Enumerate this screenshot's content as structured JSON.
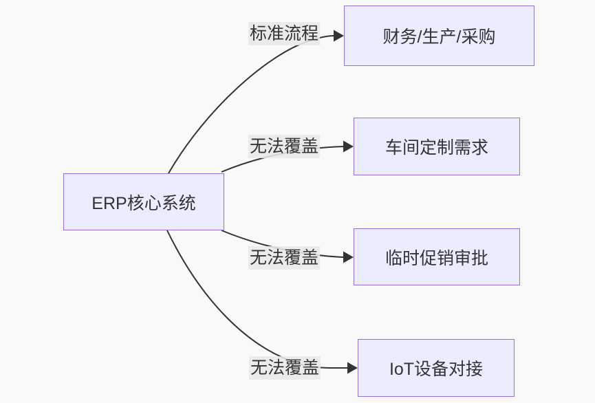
{
  "diagram": {
    "type": "flowchart-LR",
    "root": {
      "id": "erp",
      "label": "ERP核心系统"
    },
    "nodes": [
      {
        "id": "finance",
        "label": "财务/生产/采购"
      },
      {
        "id": "workshop",
        "label": "车间定制需求"
      },
      {
        "id": "promo",
        "label": "临时促销审批"
      },
      {
        "id": "iot",
        "label": "IoT设备对接"
      }
    ],
    "edges": [
      {
        "from": "erp",
        "to": "finance",
        "label": "标准流程"
      },
      {
        "from": "erp",
        "to": "workshop",
        "label": "无法覆盖"
      },
      {
        "from": "erp",
        "to": "promo",
        "label": "无法覆盖"
      },
      {
        "from": "erp",
        "to": "iot",
        "label": "无法覆盖"
      }
    ],
    "colors": {
      "background": "#f9f9f9",
      "node_fill": "#ECECFF",
      "node_border": "#9370DB",
      "edge_stroke": "#333333",
      "edge_label_bg": "#e8e8e8",
      "text": "#333333"
    }
  }
}
